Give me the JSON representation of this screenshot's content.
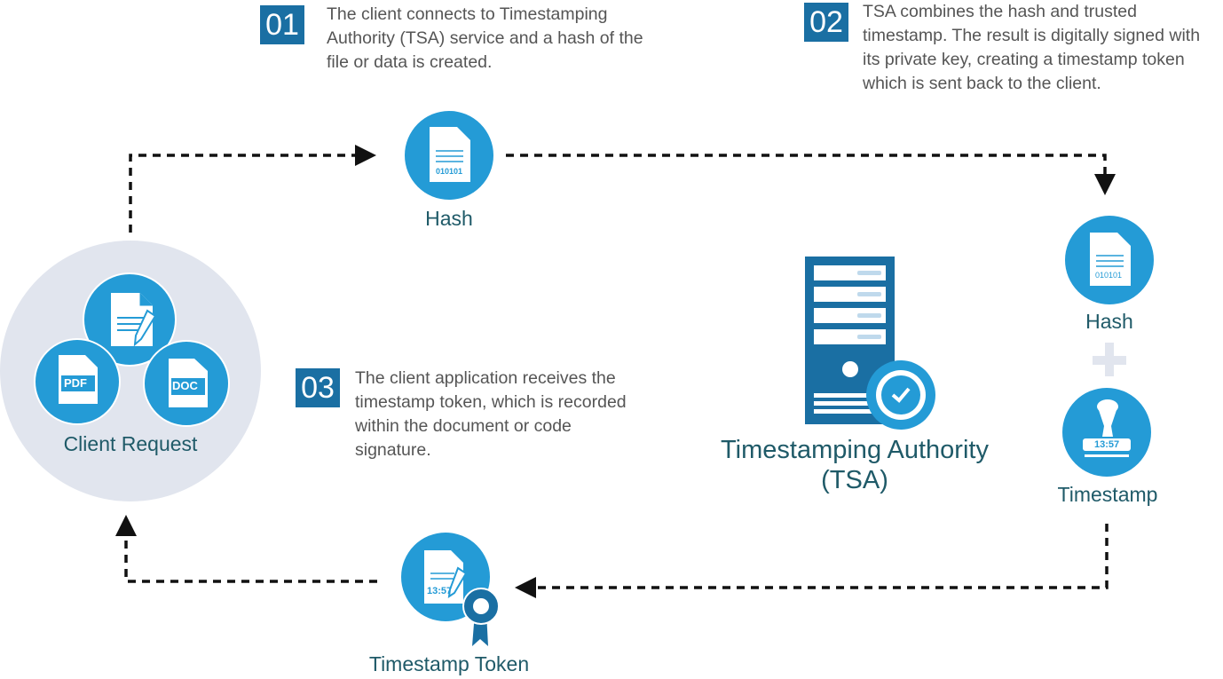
{
  "steps": [
    {
      "number": "01",
      "text": "The client connects to Timestamping Authority (TSA) service and a hash of the file or data is created."
    },
    {
      "number": "02",
      "text": "TSA combines the hash and trusted timestamp. The result is digitally signed with its private key, creating a timestamp token which is sent back to the client."
    },
    {
      "number": "03",
      "text": "The client application receives the timestamp token, which is recorded within the document or code signature."
    }
  ],
  "nodes": {
    "client_request": "Client Request",
    "pdf": "PDF",
    "doc": "DOC",
    "hash_top": "Hash",
    "hash_right": "Hash",
    "hash_binary": "010101",
    "timestamp": "Timestamp",
    "time": "13:57",
    "tsa_line1": "Timestamping Authority",
    "tsa_line2": "(TSA)",
    "token": "Timestamp Token"
  },
  "colors": {
    "blue": "#249bd6",
    "dark_blue": "#1a6fa3",
    "text": "#1f5a68",
    "gray": "#e1e5ee"
  }
}
